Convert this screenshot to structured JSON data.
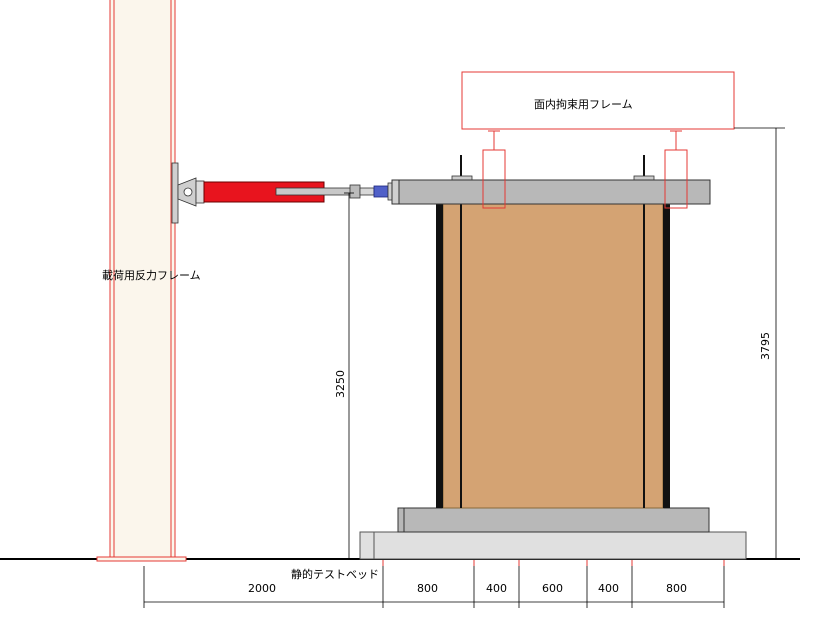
{
  "labels": {
    "reaction_frame": "載荷用反力フレーム",
    "restraint_frame": "面内拘束用フレーム",
    "test_bed": "静的テストベッド"
  },
  "dimensions": {
    "bottom": [
      "2000",
      "800",
      "400",
      "600",
      "400",
      "800"
    ],
    "actuator_height": "3250",
    "total_height": "3795"
  },
  "colors": {
    "frame_line": "#e53935",
    "actuator": "#e8141e",
    "wall_panel": "#d4a373",
    "concrete": "#b0b0b0",
    "stud": "#111111"
  }
}
